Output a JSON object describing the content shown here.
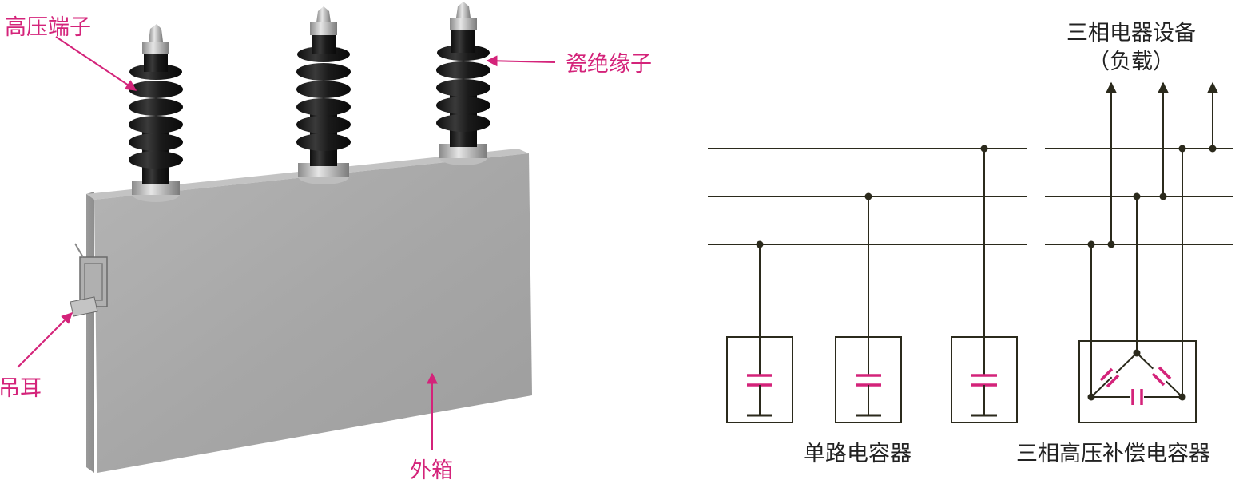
{
  "photo_labels": {
    "hv_terminal": "高压端子",
    "porcelain_insulator": "瓷绝缘子",
    "lifting_lug": "吊耳",
    "enclosure": "外箱"
  },
  "schematic_labels": {
    "load_line1": "三相电器设备",
    "load_line2": "（负载）",
    "single_capacitor": "单路电容器",
    "three_phase_capacitor": "三相高压补偿电容器"
  },
  "colors": {
    "annotation": "#d4237a",
    "wire": "#2b2a1c",
    "tank_body": "#a9a9a9",
    "insulator": "#1c1c1c"
  }
}
